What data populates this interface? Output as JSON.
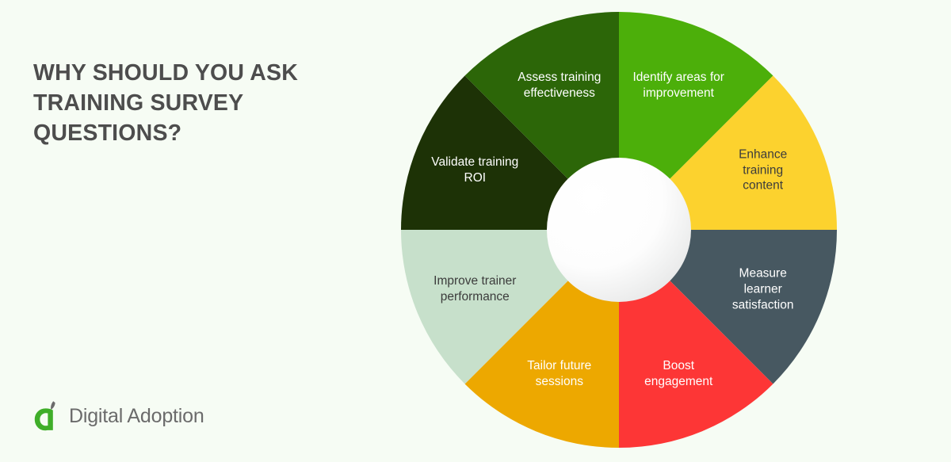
{
  "page": {
    "background_color": "#f6fcf4",
    "title": "Why should you ask\ntraining survey\nquestions?",
    "title_color": "#4d4d4d"
  },
  "logo": {
    "name": "Digital Adoption",
    "mark_color": "#3fae29",
    "leaf_color": "#6b6b6b",
    "text_color": "#6b6b6b"
  },
  "chart_data": {
    "type": "pie",
    "title": "Why should you ask training survey questions?",
    "variant": "donut",
    "center_hole": true,
    "center_hole_color": "#ffffff",
    "segment_count": 8,
    "equal_segments": true,
    "segment_degrees": 45,
    "legend": "none",
    "labels_inside": true,
    "categories": [
      "Identify areas for improvement",
      "Enhance training content",
      "Measure learner satisfaction",
      "Boost engagement",
      "Tailor future sessions",
      "Improve trainer performance",
      "Validate training ROI",
      "Assess training effectiveness"
    ],
    "values": [
      12.5,
      12.5,
      12.5,
      12.5,
      12.5,
      12.5,
      12.5,
      12.5
    ],
    "colors": [
      "#4caf0a",
      "#fcd22e",
      "#475861",
      "#fd3636",
      "#eda800",
      "#c7e0cb",
      "#1d3206",
      "#2c6608"
    ],
    "segments": [
      {
        "label": "Identify areas for\nimprovement",
        "color": "#4caf0a",
        "text_color": "#ffffff",
        "start_angle": 0,
        "end_angle": 45,
        "value": 12.5
      },
      {
        "label": "Enhance\ntraining content",
        "color": "#fcd22e",
        "text_color": "#3c3c3c",
        "start_angle": 45,
        "end_angle": 90,
        "value": 12.5
      },
      {
        "label": "Measure learner\nsatisfaction",
        "color": "#475861",
        "text_color": "#ffffff",
        "start_angle": 90,
        "end_angle": 135,
        "value": 12.5
      },
      {
        "label": "Boost\nengagement",
        "color": "#fd3636",
        "text_color": "#ffffff",
        "start_angle": 135,
        "end_angle": 180,
        "value": 12.5
      },
      {
        "label": "Tailor future\nsessions",
        "color": "#eda800",
        "text_color": "#ffffff",
        "start_angle": 180,
        "end_angle": 225,
        "value": 12.5
      },
      {
        "label": "Improve trainer\nperformance",
        "color": "#c7e0cb",
        "text_color": "#3c3c3c",
        "start_angle": 225,
        "end_angle": 270,
        "value": 12.5
      },
      {
        "label": "Validate training\nROI",
        "color": "#1d3206",
        "text_color": "#ffffff",
        "start_angle": 270,
        "end_angle": 315,
        "value": 12.5
      },
      {
        "label": "Assess training\neffectiveness",
        "color": "#2c6608",
        "text_color": "#ffffff",
        "start_angle": 315,
        "end_angle": 360,
        "value": 12.5
      }
    ]
  }
}
